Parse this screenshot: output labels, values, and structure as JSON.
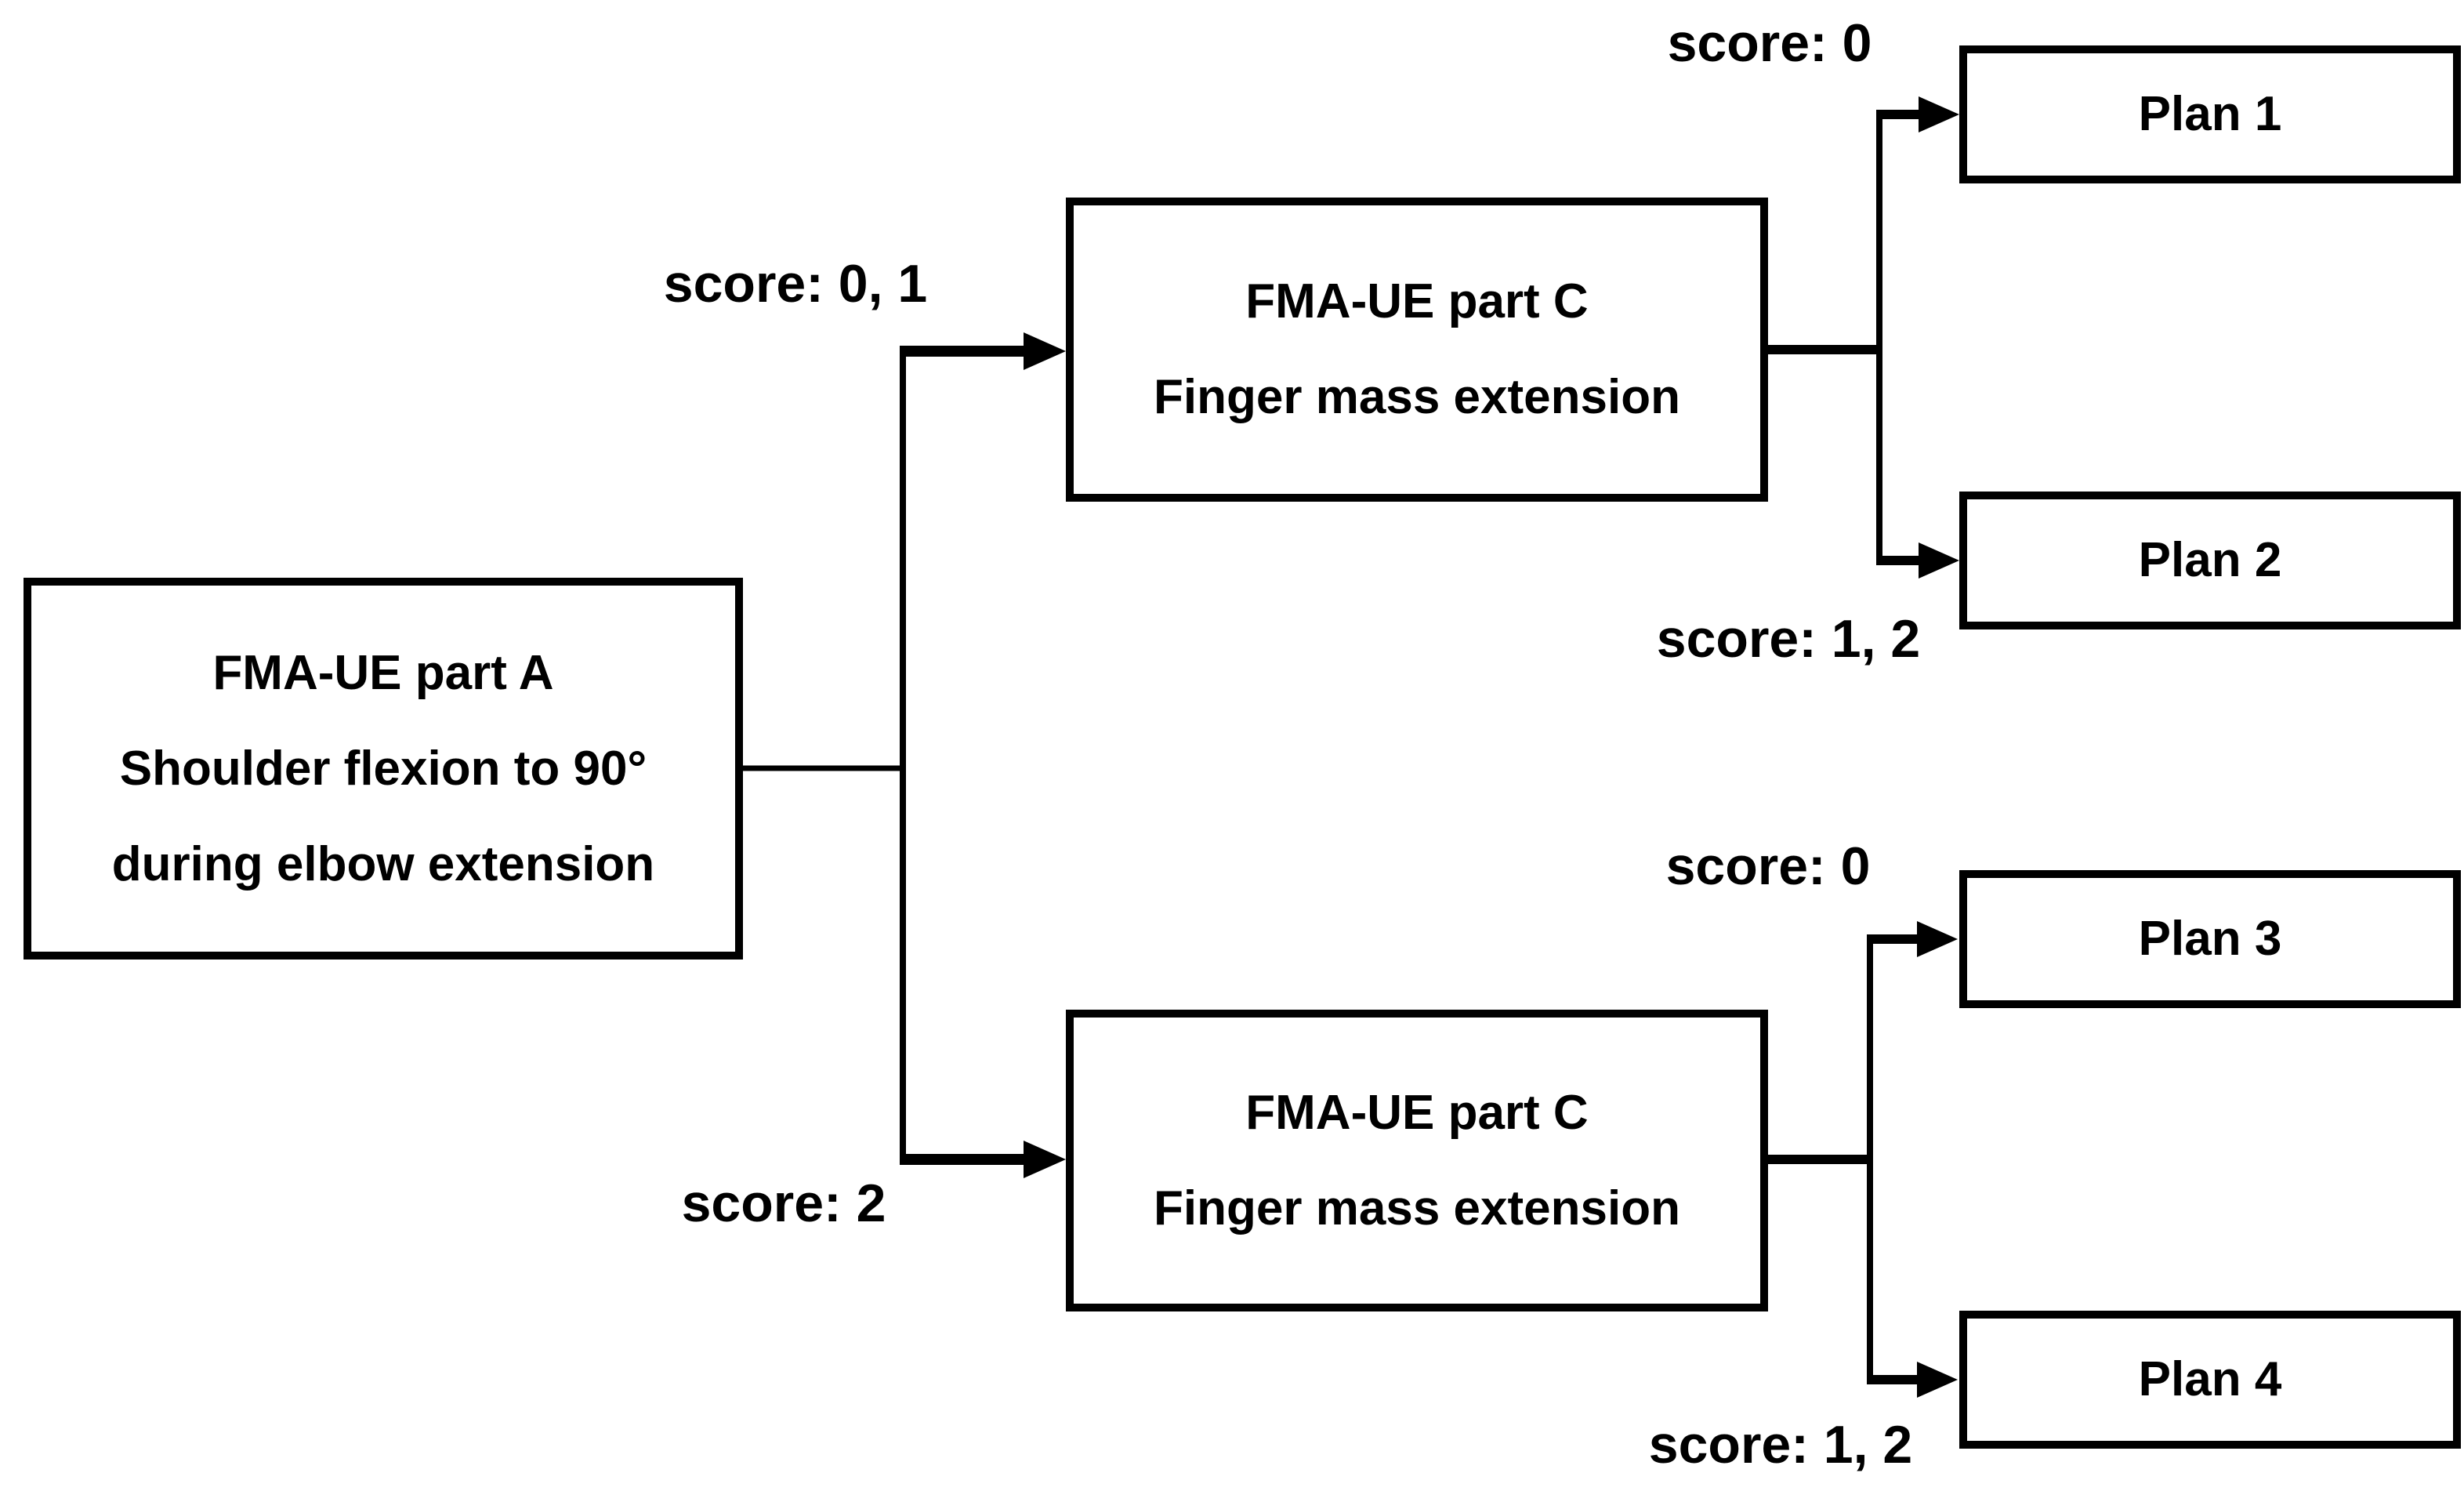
{
  "figure": {
    "type": "decision-tree-flowchart",
    "colors": {
      "background": "#ffffff",
      "line": "#000000",
      "text": "#000000",
      "box_fill": "#ffffff"
    }
  },
  "nodes": {
    "root": {
      "line1": "FMA-UE part A",
      "line2": "Shoulder flexion to 90°",
      "line3": "during elbow extension"
    },
    "branch_upper": {
      "line1": "FMA-UE part C",
      "line2": "Finger mass extension"
    },
    "branch_lower": {
      "line1": "FMA-UE part C",
      "line2": "Finger mass extension"
    },
    "plan1": "Plan 1",
    "plan2": "Plan 2",
    "plan3": "Plan 3",
    "plan4": "Plan 4"
  },
  "edge_labels": {
    "root_to_upper": "score: 0, 1",
    "root_to_lower": "score: 2",
    "upper_to_plan1": "score: 0",
    "upper_to_plan2": "score: 1, 2",
    "lower_to_plan3": "score: 0",
    "lower_to_plan4": "score: 1, 2"
  },
  "edges": [
    {
      "from": "FMA-UE part A",
      "to": "FMA-UE part C (upper)",
      "label": "score: 0, 1"
    },
    {
      "from": "FMA-UE part A",
      "to": "FMA-UE part C (lower)",
      "label": "score: 2"
    },
    {
      "from": "FMA-UE part C (upper)",
      "to": "Plan 1",
      "label": "score: 0"
    },
    {
      "from": "FMA-UE part C (upper)",
      "to": "Plan 2",
      "label": "score: 1, 2"
    },
    {
      "from": "FMA-UE part C (lower)",
      "to": "Plan 3",
      "label": "score: 0"
    },
    {
      "from": "FMA-UE part C (lower)",
      "to": "Plan 4",
      "label": "score: 1, 2"
    }
  ]
}
